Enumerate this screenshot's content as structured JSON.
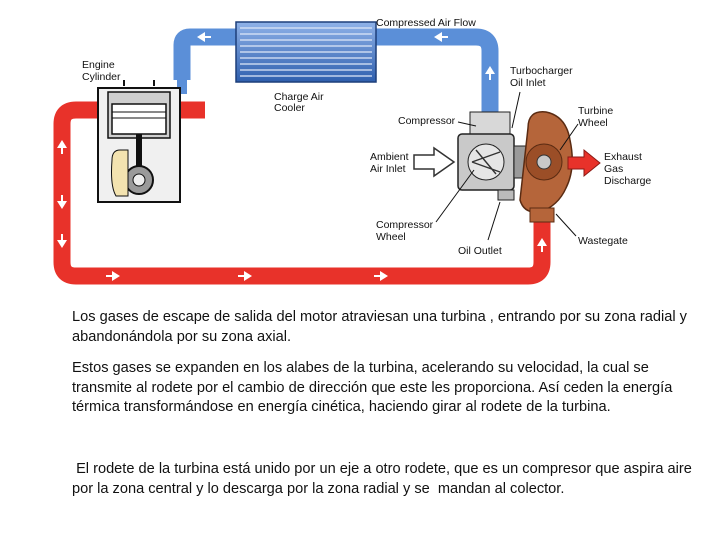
{
  "diagram": {
    "labels": {
      "engine_cylinder": [
        "Engine",
        "Cylinder"
      ],
      "compressed_air_flow": "Compressed Air Flow",
      "charge_air_cooler": [
        "Charge Air",
        "Cooler"
      ],
      "turbocharger_oil_inlet": [
        "Turbocharger",
        "Oil Inlet"
      ],
      "turbine_wheel": [
        "Turbine",
        "Wheel"
      ],
      "compressor": "Compressor",
      "ambient_air_inlet": [
        "Ambient",
        "Air Inlet"
      ],
      "exhaust_gas_discharge": [
        "Exhaust",
        "Gas",
        "Discharge"
      ],
      "compressor_wheel": [
        "Compressor",
        "Wheel"
      ],
      "oil_outlet": "Oil Outlet",
      "wastegate": "Wastegate"
    },
    "colors": {
      "exhaust_flow": "#e8322a",
      "air_flow": "#5b8fd8",
      "turbine_housing": "#b5653a",
      "compressor_housing": "#c9c9c9"
    }
  },
  "paragraphs": [
    "Los gases de escape de salida del motor  atraviesan una turbina , entrando por su zona radial y abandonándola por su zona axial.",
    "Estos gases se expanden en los alabes de  la turbina, acelerando su velocidad, la cual se transmite al rodete por el cambio de dirección que este les proporciona. Así ceden la  energía térmica  transformándose en energía cinética, haciendo girar al rodete de la turbina.",
    " El rodete de la turbina está unido por un eje a otro rodete, que es un compresor que aspira aire por la zona central y lo descarga por la zona radial y se  mandan al colector."
  ]
}
